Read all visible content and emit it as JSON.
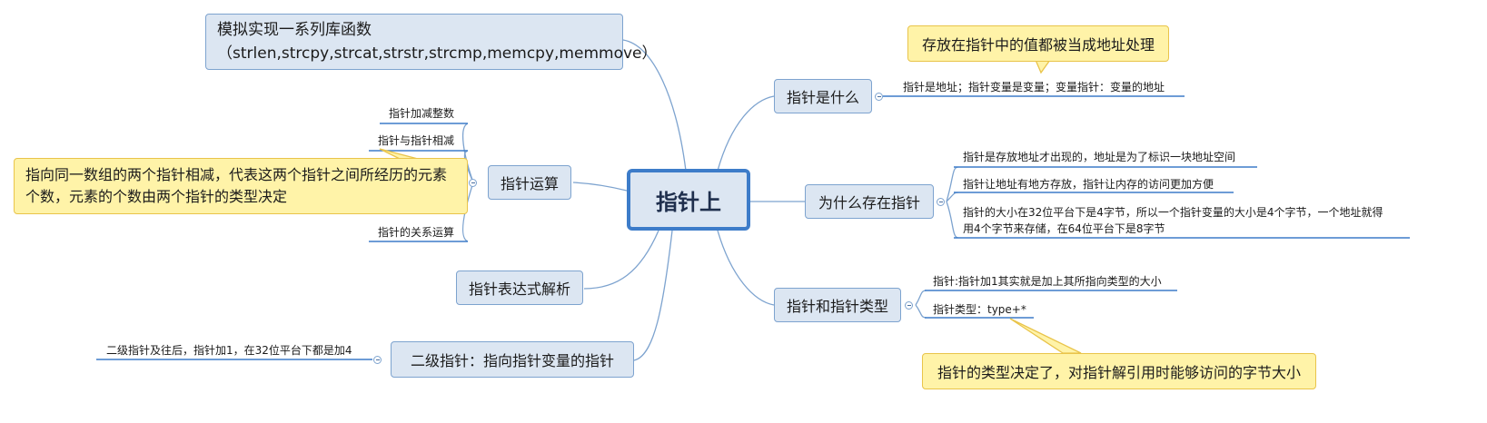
{
  "root": {
    "label": "指针上"
  },
  "left": {
    "library": {
      "line1": "模拟实现一系列库函数",
      "line2": "（strlen,strcpy,strcat,strstr,strcmp,memcpy,memmove）"
    },
    "arith": {
      "label": "指针运算",
      "items": [
        "指针加减整数",
        "指针与指针相减",
        "指针的关系运算"
      ],
      "callout": {
        "line1": "指向同一数组的两个指针相减，代表这两个指针之间所经历的元素",
        "line2": "个数，元素的个数由两个指针的类型决定"
      }
    },
    "expr": {
      "label": "指针表达式解析"
    },
    "second": {
      "label": "二级指针：指向指针变量的指针",
      "leaf": "二级指针及往后，指针加1，在32位平台下都是加4"
    }
  },
  "right": {
    "what": {
      "label": "指针是什么",
      "leaf": "指针是地址；指针变量是变量；变量指针：变量的地址",
      "callout": "存放在指针中的值都被当成地址处理"
    },
    "why": {
      "label": "为什么存在指针",
      "items": [
        "指针是存放地址才出现的，地址是为了标识一块地址空间",
        "指针让地址有地方存放，指针让内存的访问更加方便"
      ],
      "multi": {
        "line1": "指针的大小在32位平台下是4字节，所以一个指针变量的大小是4个字节，一个地址就得",
        "line2": "用4个字节来存储，在64位平台下是8字节"
      }
    },
    "types": {
      "label": "指针和指针类型",
      "items": [
        "指针:指针加1其实就是加上其所指向类型的大小",
        "指针类型：type+*"
      ],
      "callout": "指针的类型决定了，对指针解引用时能够访问的字节大小"
    }
  }
}
